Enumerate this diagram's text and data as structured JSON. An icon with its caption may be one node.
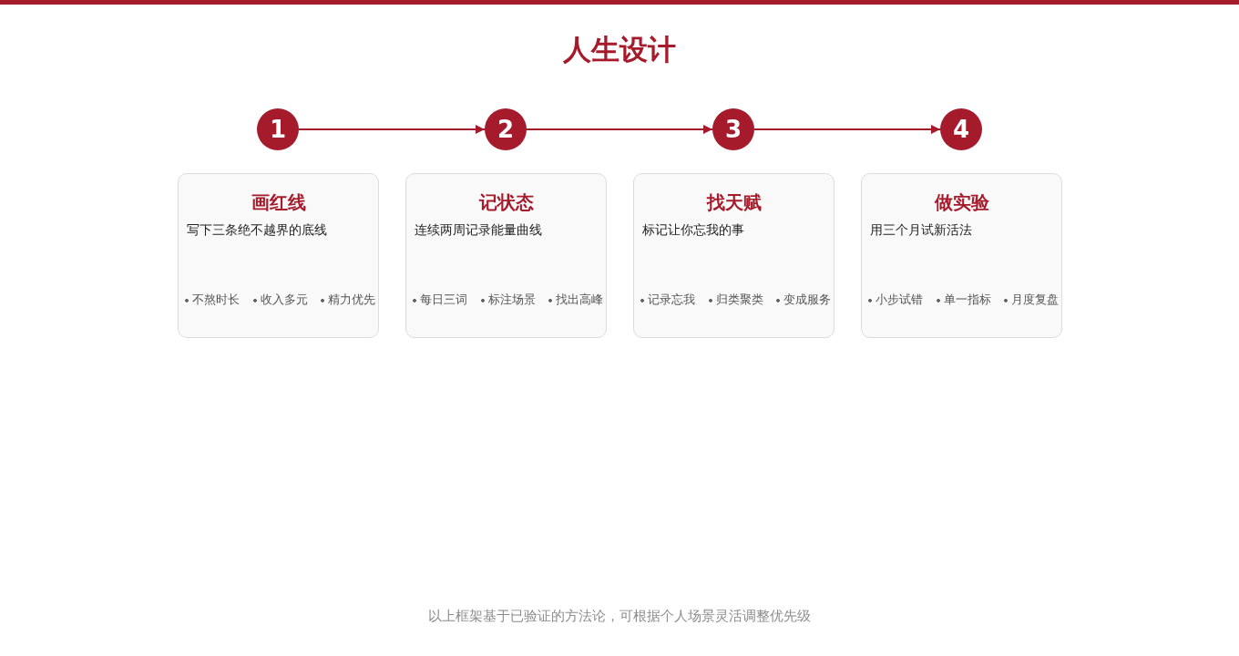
{
  "diagram": {
    "title": "人生设计",
    "nodes": [
      {
        "text": [
          "1"
        ]
      },
      {
        "text": [
          "2"
        ]
      },
      {
        "text": [
          "3"
        ]
      },
      {
        "text": [
          "4"
        ]
      },
      {
        "text": [
          "画红线",
          "写下三条绝不越界的底线",
          "不熬时长",
          "收入多元",
          "精力优先"
        ]
      },
      {
        "text": [
          "记状态",
          "连续两周记录能量曲线",
          "每日三词",
          "标注场景",
          "找出高峰"
        ]
      },
      {
        "text": [
          "找天赋",
          "标记让你忘我的事",
          "记录忘我",
          "归类聚类",
          "变成服务"
        ]
      },
      {
        "text": [
          "做实验",
          "用三个月试新活法",
          "小步试错",
          "单一指标",
          "月度复盘"
        ]
      }
    ],
    "edges": [
      {
        "from": 0,
        "to": 1,
        "arrow": "to"
      },
      {
        "from": 1,
        "to": 2,
        "arrow": "to"
      },
      {
        "from": 2,
        "to": 3,
        "arrow": "to"
      }
    ],
    "caption": "以上框架基于已验证的方法论，可根据个人场景灵活调整优先级"
  }
}
